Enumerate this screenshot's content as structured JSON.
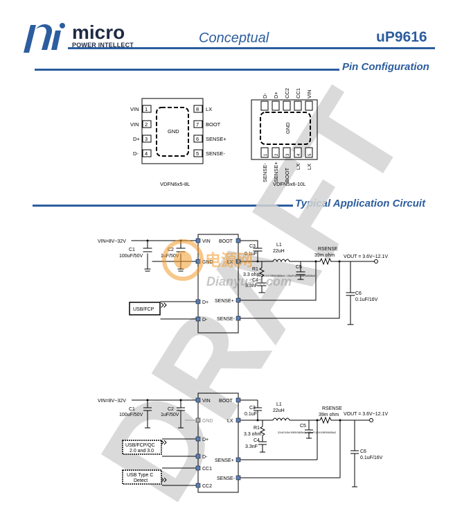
{
  "header": {
    "logo_main": "micro",
    "logo_sub": "POWER INTELLECT",
    "status": "Conceptual",
    "part_number": "uP9616"
  },
  "sections": {
    "pin_config": "Pin Configuration",
    "typical_app": "Typical Application Circuit"
  },
  "pkg8": {
    "name": "VDFN6x5-8L",
    "center": "GND",
    "left_pins": [
      {
        "num": "1",
        "name": "VIN"
      },
      {
        "num": "2",
        "name": "VIN"
      },
      {
        "num": "3",
        "name": "D+"
      },
      {
        "num": "4",
        "name": "D-"
      }
    ],
    "right_pins": [
      {
        "num": "8",
        "name": "LX"
      },
      {
        "num": "7",
        "name": "BOOT"
      },
      {
        "num": "6",
        "name": "SENSE+"
      },
      {
        "num": "5",
        "name": "SENSE-"
      }
    ]
  },
  "pkg10": {
    "name": "VDFN5x6-10L",
    "center": "GND",
    "top_pins": [
      "D-",
      "D+",
      "CC2",
      "CC1",
      "VIN"
    ],
    "bottom_pins": [
      "SENSE-",
      "SENSE+",
      "BOOT",
      "LX",
      "LX"
    ],
    "bottom_nums": [
      "1",
      "2",
      "3",
      "4",
      "5"
    ]
  },
  "circuit1": {
    "vin": "VIN=8V~32V",
    "c1_name": "C1",
    "c1_val": "100uF/50V",
    "c2_name": "C2",
    "c2_val": "1uF/50V",
    "c3_name": "C3",
    "c3_val": "0.1uF",
    "l1_name": "L1",
    "l1_val": "22uH",
    "r_sense_name": "RSENSE",
    "r_sense_val": "39m ohm",
    "r1_name": "R1",
    "r1_val": "3.3 ohm",
    "c4_name": "C4",
    "c4_val": "3.3nF",
    "c5_name": "C5",
    "c6_name": "C6",
    "c6_val": "0.1uF/16V",
    "vout": "VOUT = 3.6V~12.1V",
    "note": "22uF/16V/X5R/0805x2 / 22uF/16V/X5R/0805x2",
    "usb_box": "USB/FCP",
    "pins_left": [
      "VIN",
      "GND",
      "D+",
      "D-"
    ],
    "pins_right": [
      "BOOT",
      "LX",
      "SENSE+",
      "SENSE-"
    ]
  },
  "circuit2": {
    "vin": "VIN=8V~32V",
    "c1_name": "C1",
    "c1_val": "100uF/50V",
    "c2_name": "C2",
    "c2_val": "1uF/50V",
    "c3_name": "C3",
    "c3_val": "0.1uF",
    "l1_name": "L1",
    "l1_val": "22uH",
    "r_sense_name": "RSENSE",
    "r_sense_val": "39m ohm",
    "r1_name": "R1",
    "r1_val": "3.3 ohm",
    "c4_name": "C4",
    "c4_val": "3.3nF",
    "c5_name": "C5",
    "c6_name": "C6",
    "c6_val": "0.1uF/16V",
    "vout": "VOUT = 3.6V~12.1V",
    "note": "22uF/16V/X5R/0805x2 / 22uF/16V/X5R/0805x2",
    "usb_box1_line1": "USB/FCP/QC",
    "usb_box1_line2": "2.0 and 3.0",
    "usb_box2_line1": "USB Type C",
    "usb_box2_line2": "Detect",
    "pins_left": [
      "VIN",
      "GND",
      "D+",
      "D-",
      "CC1",
      "CC2"
    ],
    "pins_right": [
      "BOOT",
      "LX",
      "SENSE+",
      "SENSE-"
    ]
  },
  "watermark": {
    "big": "DRAFT",
    "logo_cn": "电源网",
    "logo_en": "Dianyuan.com"
  },
  "colors": {
    "brand": "#2c5d9e",
    "dark": "#1f2a44",
    "pin_fill": "#5b7fb6",
    "watermark_gray": "#d4d4d4",
    "watermark_orange": "#f39a2b"
  }
}
